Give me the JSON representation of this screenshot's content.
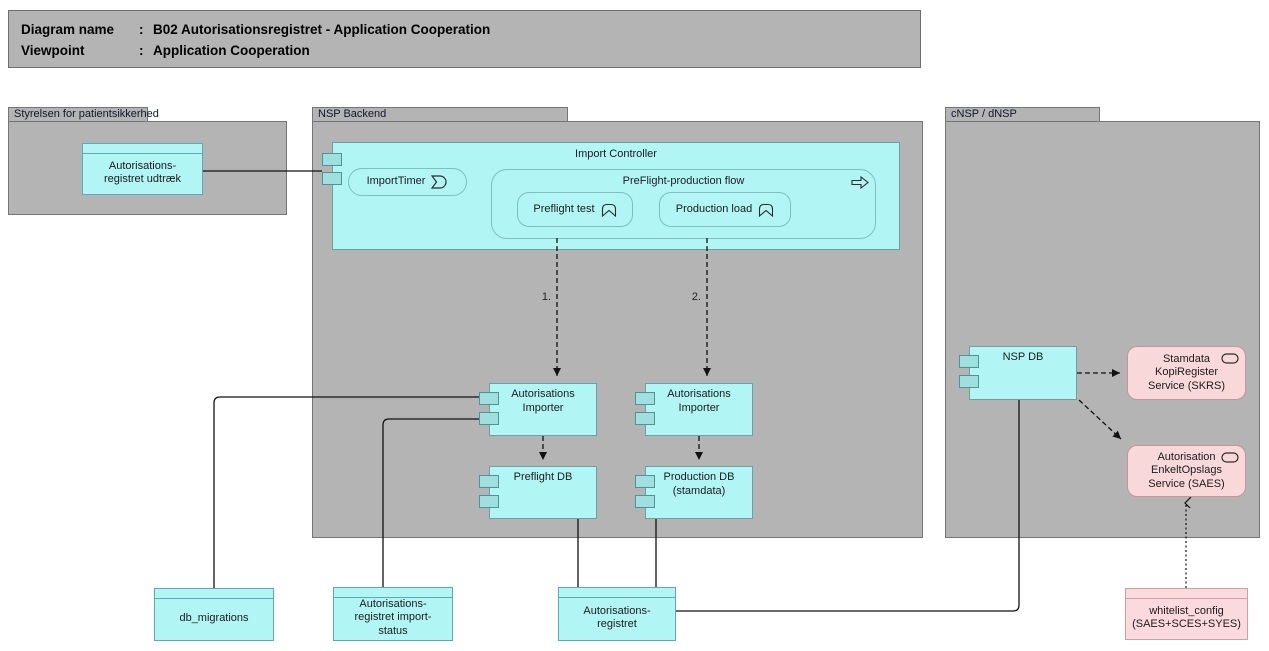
{
  "title_block": {
    "rows": [
      {
        "label": "Diagram name",
        "sep": ":",
        "value": "B02 Autorisationsregistret - Application Cooperation"
      },
      {
        "label": "Viewpoint",
        "sep": ":",
        "value": "Application Cooperation"
      }
    ]
  },
  "groups": {
    "styrelsen": "Styrelsen for patientsikkerhed",
    "nsp_backend": "NSP Backend",
    "cnsp": "cNSP / dNSP"
  },
  "nodes": {
    "udtraek": "Autorisations-\nregistret udtræk",
    "import_controller": "Import Controller",
    "import_timer": "ImportTimer",
    "flow": "PreFlight-production flow",
    "preflight_test": "Preflight test",
    "production_load": "Production load",
    "importer_left": "Autorisations\nImporter",
    "importer_right": "Autorisations\nImporter",
    "preflight_db": "Preflight DB",
    "production_db": "Production DB\n(stamdata)",
    "nsp_db": "NSP DB",
    "skrs": "Stamdata\nKopiRegister\nService (SKRS)",
    "saes": "Autorisation\nEnkeltOpslags\nService (SAES)",
    "db_migrations": "db_migrations",
    "import_status": "Autorisations-\nregistret import-\nstatus",
    "autorisationsregistret": "Autorisations-\nregistret",
    "whitelist": "whitelist_config\n(SAES+SCES+SYES)"
  },
  "connectors": {
    "step1": "1.",
    "step2": "2."
  },
  "icons": {
    "component": "component-ears-icon",
    "event": "event-icon",
    "process": "process-arrow-icon",
    "function": "function-chevron-icon",
    "service": "service-ellipse-icon"
  },
  "colors": {
    "app_cyan": "#b2f5f5",
    "ear_cyan": "#9fdfdf",
    "service_pink": "#f9d8da",
    "group_gray": "#b4b4b4",
    "line": "#000000"
  }
}
